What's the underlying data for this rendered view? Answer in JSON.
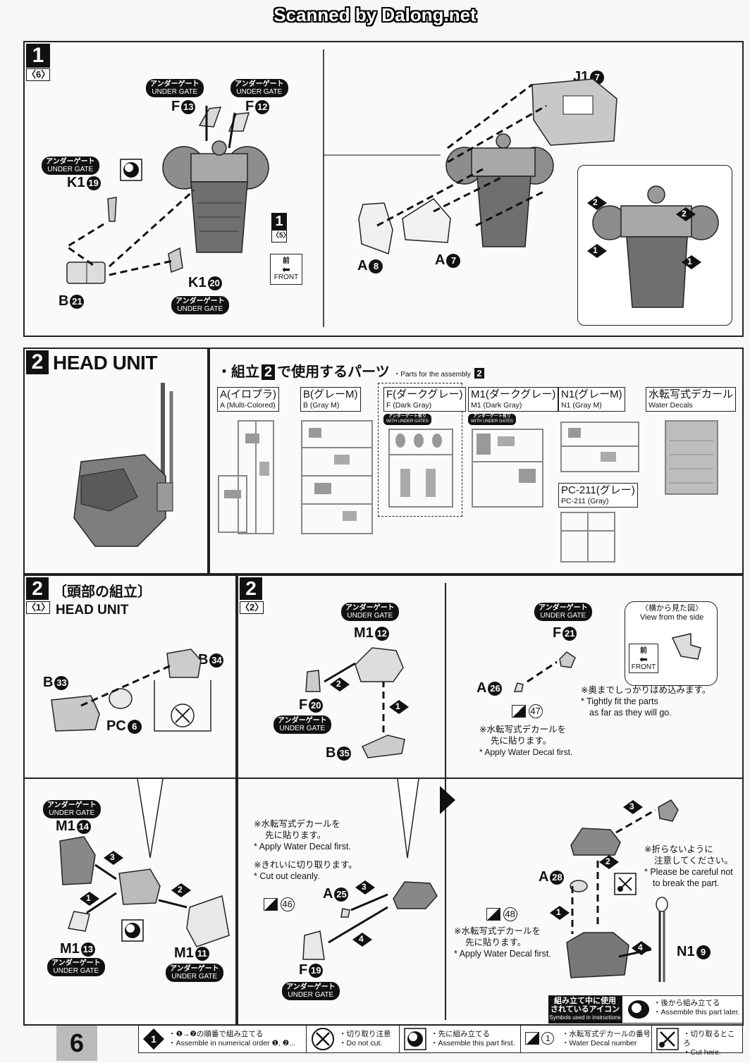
{
  "watermark": "Scanned by Dalong.net",
  "page_number": "6",
  "step1": {
    "num": "1",
    "sub": "〈6〉",
    "ref_num": "1",
    "ref_sub": "〈5〉",
    "under_gate_jp": "アンダーゲート",
    "under_gate_en": "UNDER GATE",
    "parts": {
      "f13": "F",
      "f13n": "13",
      "f12": "F",
      "f12n": "12",
      "k19": "K1",
      "k19n": "19",
      "k20": "K1",
      "k20n": "20",
      "b21": "B",
      "b21n": "21",
      "j17": "J1",
      "j17n": "7",
      "a8": "A",
      "a8n": "8",
      "a7": "A",
      "a7n": "7"
    },
    "front_jp": "前",
    "front_en": "FRONT",
    "order1": "1",
    "order2": "2"
  },
  "step2": {
    "num": "2",
    "title": "HEAD UNIT",
    "parts_header_jp": "・組立",
    "parts_header_num": "2",
    "parts_header_jp2": "で使用するパーツ",
    "parts_header_en": "・Parts for the assembly",
    "runners": [
      {
        "jp": "A(イロプラ)",
        "en": "A (Multi-Colored)"
      },
      {
        "jp": "B(グレーM)",
        "en": "B (Gray M)"
      },
      {
        "jp": "F(ダークグレー)",
        "en": "F (Dark Gray)"
      },
      {
        "jp": "M1(ダークグレー)",
        "en": "M1 (Dark Gray)"
      },
      {
        "jp": "N1(グレーM)",
        "en": "N1 (Gray M)"
      },
      {
        "jp": "水転写式デカール",
        "en": "Water Decals"
      },
      {
        "jp": "PC-211(グレー)",
        "en": "PC-211 (Gray)"
      }
    ],
    "ug_tag_jp": "アンダーゲート有り",
    "ug_tag_en": "WITH UNDER GATES"
  },
  "step2_1": {
    "num": "2",
    "sub": "〈1〉",
    "title_jp": "〔頭部の組立〕",
    "title_en": "HEAD UNIT",
    "parts": {
      "b33": "B",
      "b33n": "33",
      "b34": "B",
      "b34n": "34",
      "pc6": "PC",
      "pc6n": "6",
      "m14": "M1",
      "m14n": "14",
      "m13": "M1",
      "m13n": "13",
      "m11": "M1",
      "m11n": "11"
    },
    "steps": [
      "1",
      "2",
      "3"
    ]
  },
  "step2_2": {
    "num": "2",
    "sub": "〈2〉",
    "parts": {
      "m12": "M1",
      "m12n": "12",
      "f20": "F",
      "f20n": "20",
      "b35": "B",
      "b35n": "35",
      "f21": "F",
      "f21n": "21",
      "a26": "A",
      "a26n": "26",
      "a25": "A",
      "a25n": "25",
      "f19": "F",
      "f19n": "19",
      "a28": "A",
      "a28n": "28",
      "n19": "N1",
      "n19n": "9"
    },
    "decal47": "47",
    "decal46": "46",
    "decal48": "48",
    "side_view_jp": "〈横から見た図〉",
    "side_view_en": "View from the side",
    "tight_jp": "※奥までしっかりはめ込みます。",
    "tight_en1": "* Tightly fit the parts",
    "tight_en2": "as far as they will go.",
    "decal_jp1": "※水転写式デカールを",
    "decal_jp2": "先に貼ります。",
    "decal_en": "* Apply Water Decal first.",
    "cut_jp": "※きれいに切り取ります。",
    "cut_en": "* Cut out cleanly.",
    "careful_jp1": "※折らないように",
    "careful_jp2": "注意してください。",
    "careful_en1": "* Please be careful not",
    "careful_en2": "to break the part.",
    "steps": [
      "1",
      "2",
      "3",
      "4"
    ]
  },
  "legend": {
    "title_jp1": "組み立て中に使用",
    "title_jp2": "されているアイコン",
    "title_en": "Symbols used in instructions",
    "later_jp": "・後から組み立てる",
    "later_en": "・Assemble this part later.",
    "order_jp": "・❶→❷の順番で組み立てる",
    "order_en": "・Assemble in numerical order ❶, ❷...",
    "nocut_jp": "・切り取り注意",
    "nocut_en": "・Do not cut.",
    "first_jp": "・先に組み立てる",
    "first_en": "・Assemble this part first.",
    "decal_jp": "・水転写式デカールの番号",
    "decal_en": "・Water Decal number",
    "decal_icon_num": "1",
    "cut_jp": "・切り取るところ",
    "cut_en": "・Cut here."
  }
}
